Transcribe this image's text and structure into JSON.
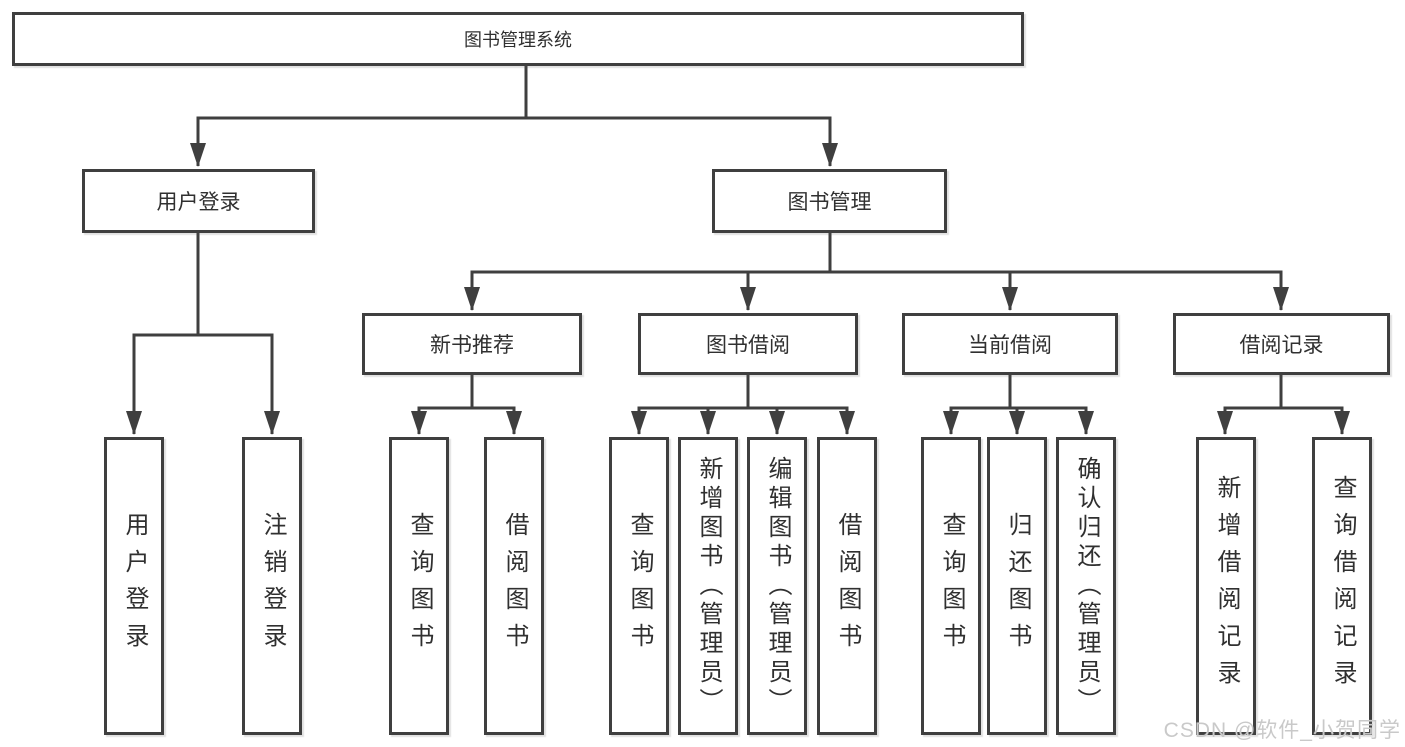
{
  "tree": {
    "label": "图书管理系统",
    "children": [
      {
        "label": "用户登录",
        "children": [
          {
            "label": "用户登录"
          },
          {
            "label": "注销登录"
          }
        ]
      },
      {
        "label": "图书管理",
        "children": [
          {
            "label": "新书推荐",
            "children": [
              {
                "label": "查询图书"
              },
              {
                "label": "借阅图书"
              }
            ]
          },
          {
            "label": "图书借阅",
            "children": [
              {
                "label": "查询图书"
              },
              {
                "label": "新增图书（管理员）"
              },
              {
                "label": "编辑图书（管理员）"
              },
              {
                "label": "借阅图书"
              }
            ]
          },
          {
            "label": "当前借阅",
            "children": [
              {
                "label": "查询图书"
              },
              {
                "label": "归还图书"
              },
              {
                "label": "确认归还（管理员）"
              }
            ]
          },
          {
            "label": "借阅记录",
            "children": [
              {
                "label": "新增借阅记录"
              },
              {
                "label": "查询借阅记录"
              }
            ]
          }
        ]
      }
    ]
  },
  "watermark": {
    "text": "CSDN @软件_小贺同学"
  },
  "colors": {
    "line": "#3f3f3f",
    "text": "#303030",
    "background": "#ffffff",
    "watermark": "#c9c9c9"
  }
}
